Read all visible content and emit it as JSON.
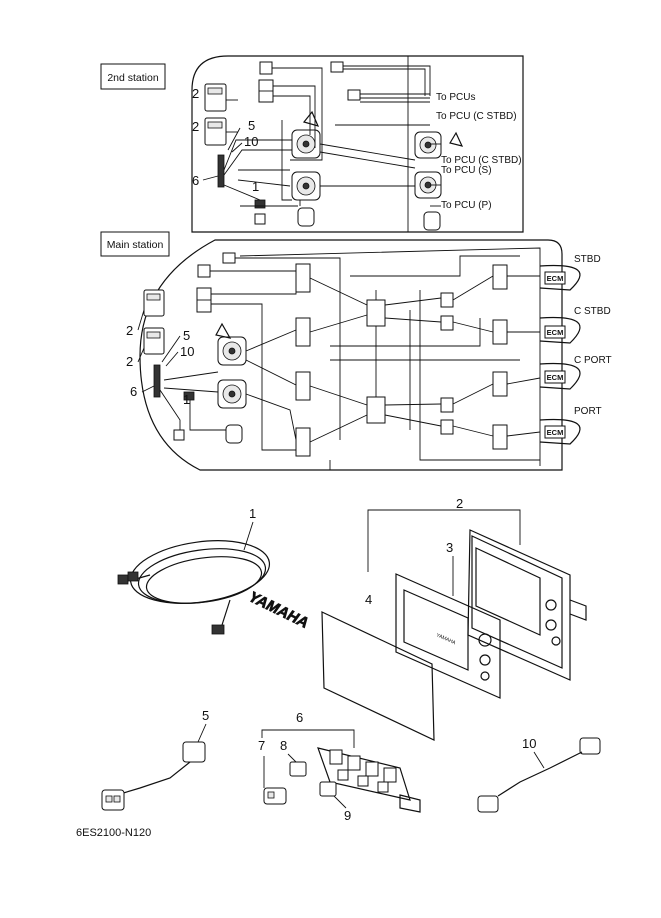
{
  "stations": {
    "second": {
      "title": "2nd station"
    },
    "main": {
      "title": "Main station"
    }
  },
  "second_station_labels": {
    "to_pcus": "To PCUs",
    "to_pcu_c_stbd_1": "To PCU (C STBD)",
    "to_pcu_c_stbd_2": "To PCU (C STBD)",
    "to_pcu_s": "To PCU (S)",
    "to_pcu_p": "To PCU (P)"
  },
  "main_station_labels": {
    "stbd": "STBD",
    "c_stbd": "C STBD",
    "c_port": "C PORT",
    "port": "PORT",
    "ecm": "ECM"
  },
  "part_callouts": {
    "s2_a": "2",
    "s2_b": "2",
    "s5": "5",
    "s10": "10",
    "s6": "6",
    "s1": "1",
    "m2_a": "2",
    "m2_b": "2",
    "m5": "5",
    "m10": "10",
    "m6": "6",
    "m1": "1",
    "p1": "1",
    "p2": "2",
    "p3": "3",
    "p4": "4",
    "p5": "5",
    "p6": "6",
    "p7": "7",
    "p8": "8",
    "p9": "9",
    "p10": "10"
  },
  "cover_brand": "YAMAHA",
  "display_brand": "YAMAHA",
  "figure_code": "6ES2100-N120"
}
